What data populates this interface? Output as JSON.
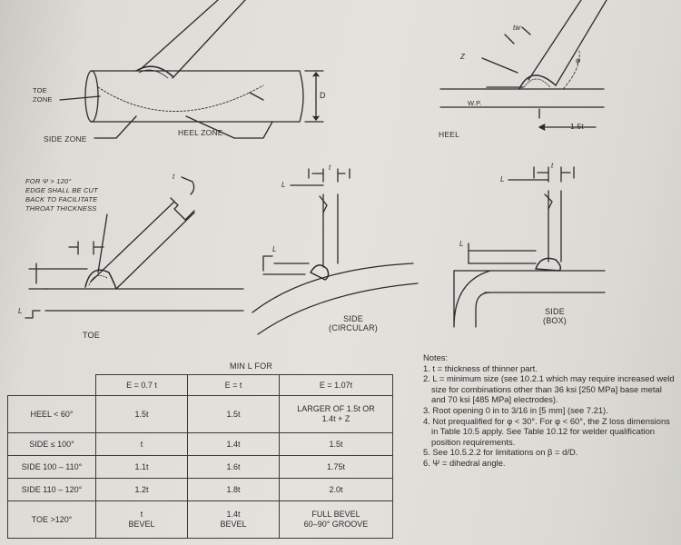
{
  "labels": {
    "toe_zone": "TOE\nZONE",
    "side_zone": "SIDE ZONE",
    "heel_zone": "HEEL ZONE",
    "d": "D",
    "wp": "W.P.",
    "heel": "HEEL",
    "z": "Z",
    "tw": "tw",
    "phi": "φ",
    "one_five_t": "1.5t",
    "toe_note": "FOR Ψ > 120°\nEDGE SHALL BE CUT\nBACK TO FACILITATE\nTHROAT THICKNESS",
    "t": "t",
    "l": "L",
    "toe": "TOE",
    "side_circular": "SIDE\n(CIRCULAR)",
    "side_box": "SIDE\n(BOX)"
  },
  "table": {
    "title": "MIN L FOR",
    "headers": [
      "E = 0.7 t",
      "E = t",
      "E = 1.07t"
    ],
    "rows": [
      {
        "label": "HEEL < 60°",
        "cells": [
          "1.5t",
          "1.5t",
          "LARGER OF 1.5t OR\n1.4t + Z"
        ]
      },
      {
        "label": "SIDE ≤ 100°",
        "cells": [
          "t",
          "1.4t",
          "1.5t"
        ]
      },
      {
        "label": "SIDE 100 – 110°",
        "cells": [
          "1.1t",
          "1.6t",
          "1.75t"
        ]
      },
      {
        "label": "SIDE 110 – 120°",
        "cells": [
          "1.2t",
          "1.8t",
          "2.0t"
        ]
      },
      {
        "label": "TOE >120°",
        "cells": [
          "t\nBEVEL",
          "1.4t\nBEVEL",
          "FULL BEVEL\n60–90° GROOVE"
        ]
      }
    ]
  },
  "notes": {
    "title": "Notes:",
    "items": [
      "1. t = thickness of thinner part.",
      "2. L = minimum size (see 10.2.1 which may require increased weld size for combinations other than 36 ksi [250 MPa] base metal and 70 ksi [485 MPa] electrodes).",
      "3. Root opening 0 in to 3/16 in [5 mm] (see 7.21).",
      "4. Not prequalified for φ < 30°. For φ < 60°, the Z loss dimensions in Table 10.5 apply. See Table 10.12 for welder qualification position requirements.",
      "5. See 10.5.2.2 for limitations on β = d/D.",
      "6. Ψ = dihedral angle."
    ]
  }
}
